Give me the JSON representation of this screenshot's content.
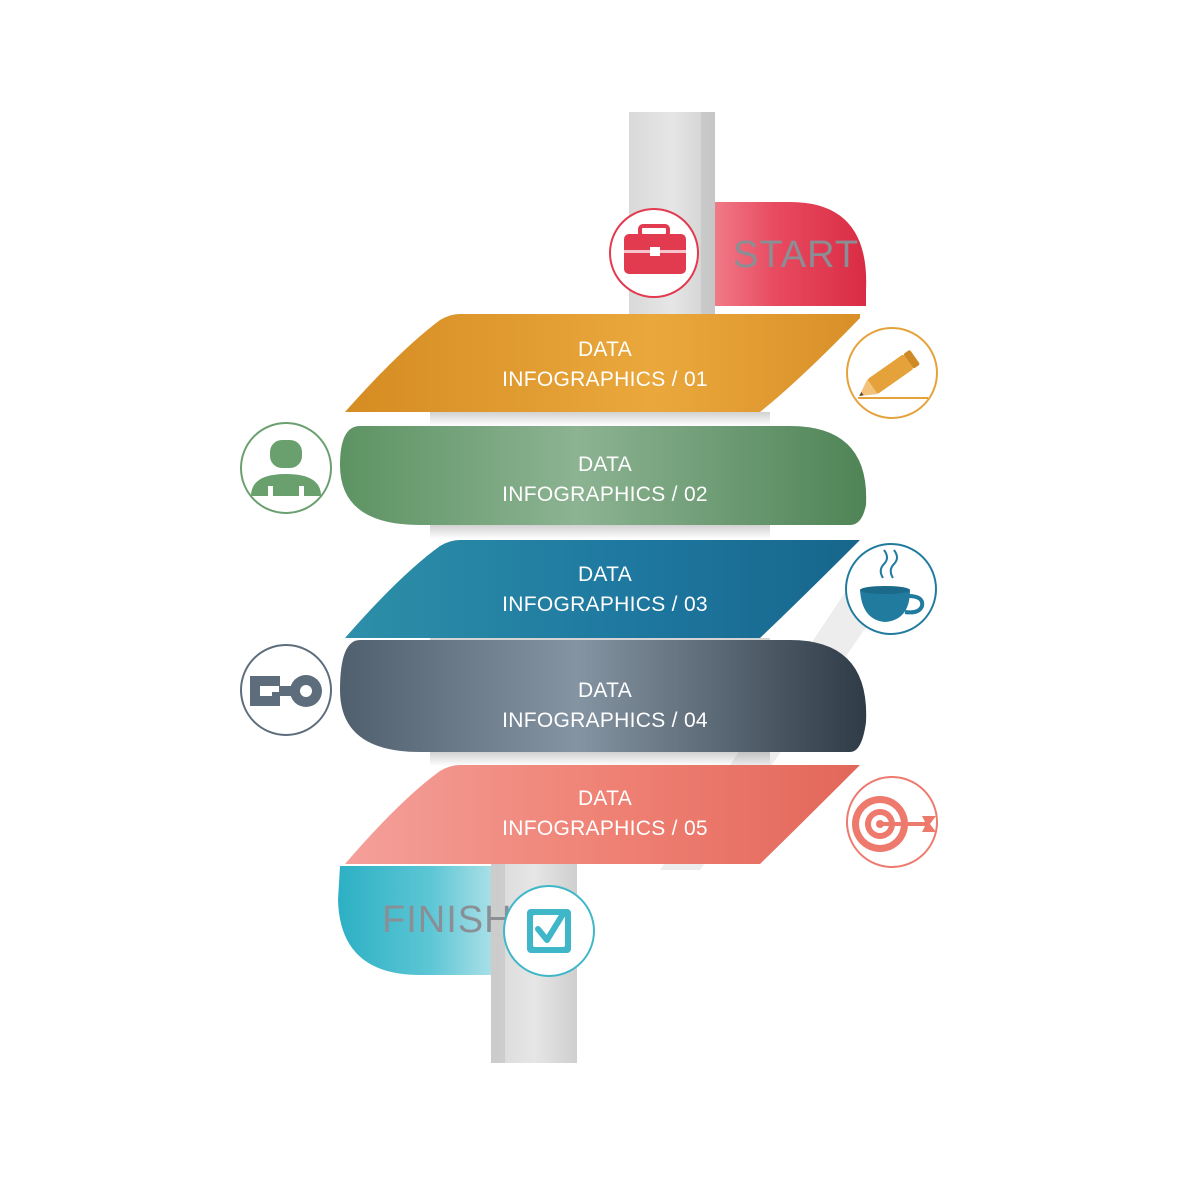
{
  "start": {
    "label": "START",
    "color": "#e23a4f",
    "icon": "briefcase-icon"
  },
  "finish": {
    "label": "FINISH",
    "color": "#3fb7c9",
    "icon": "checkbox-icon"
  },
  "steps": [
    {
      "line1": "DATA",
      "line2": "INFOGRAPHICS / 01",
      "color": "#e5a23a",
      "icon": "pencil-icon"
    },
    {
      "line1": "DATA",
      "line2": "INFOGRAPHICS / 02",
      "color": "#6a9f6e",
      "icon": "user-icon"
    },
    {
      "line1": "DATA",
      "line2": "INFOGRAPHICS / 03",
      "color": "#217b9e",
      "icon": "coffee-cup-icon"
    },
    {
      "line1": "DATA",
      "line2": "INFOGRAPHICS / 04",
      "color": "#5d6d7c",
      "icon": "go-key-icon"
    },
    {
      "line1": "DATA",
      "line2": "INFOGRAPHICS / 05",
      "color": "#ee7a6e",
      "icon": "target-icon"
    }
  ]
}
